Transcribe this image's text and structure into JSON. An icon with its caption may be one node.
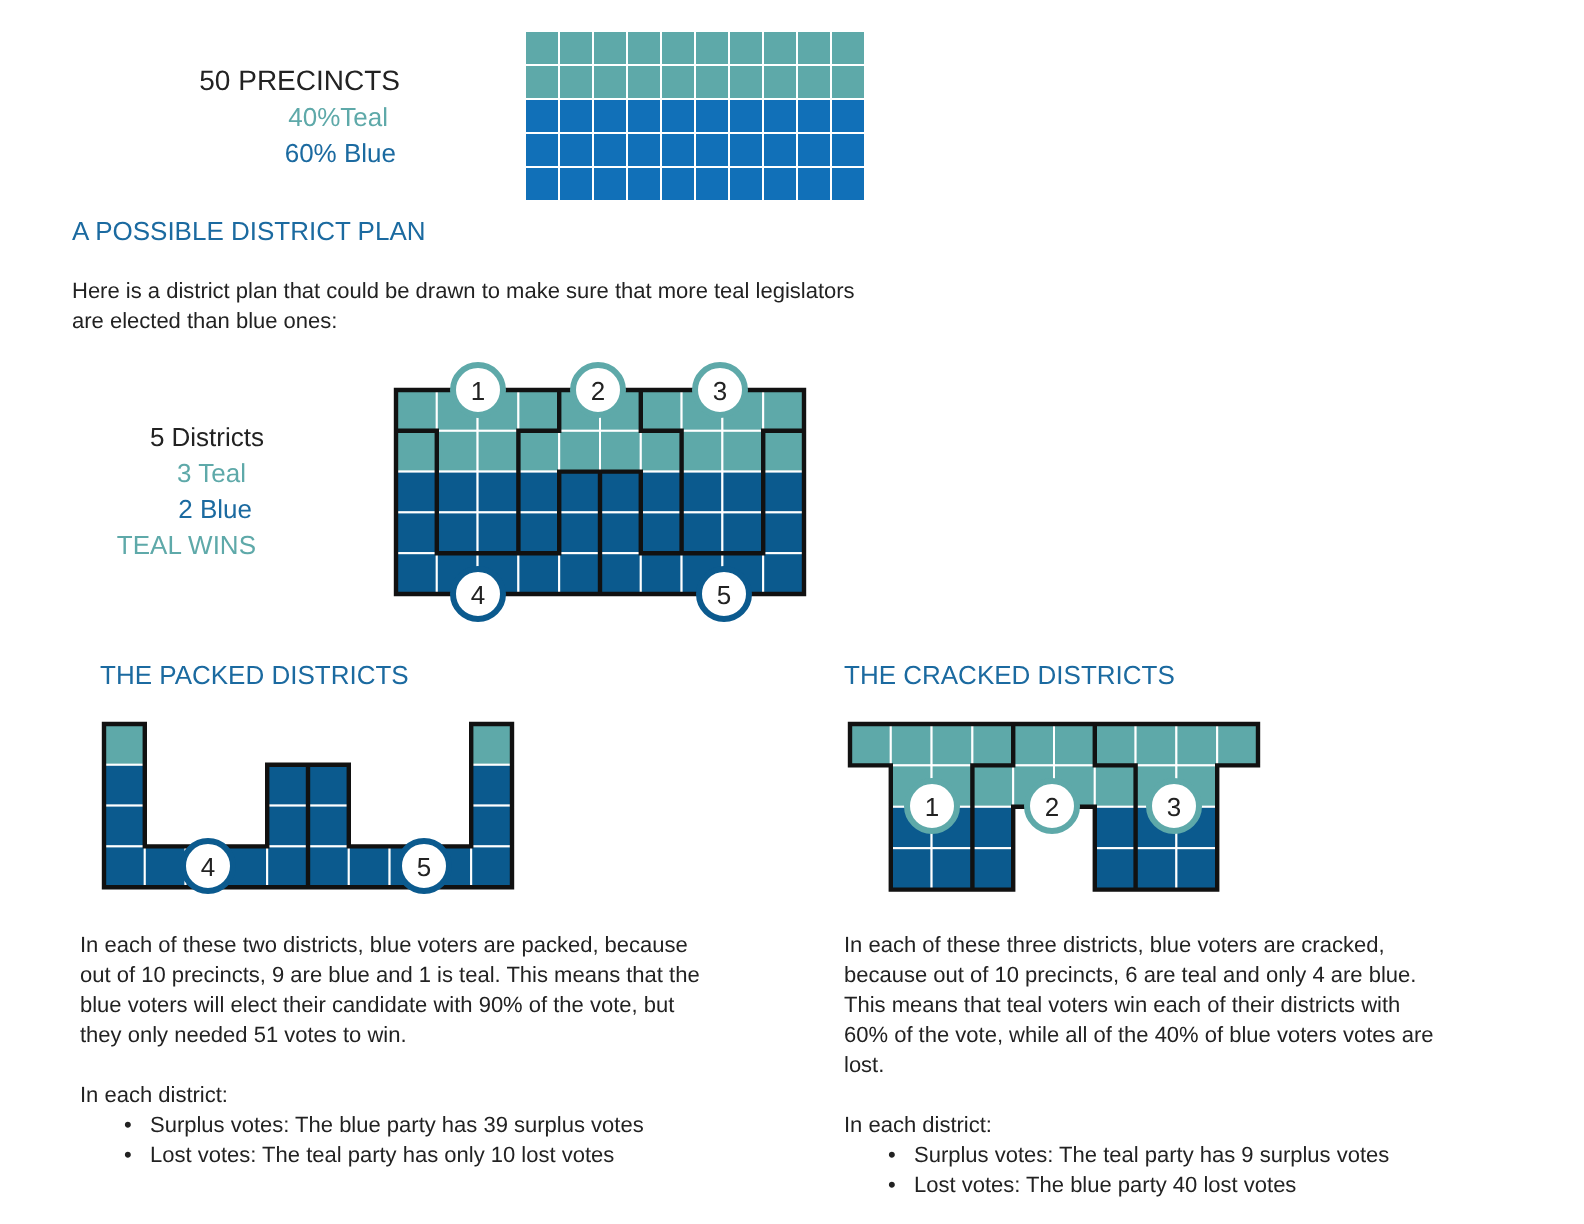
{
  "diagram": {
    "nodes": [
      {
        "text": [
          "1"
        ]
      },
      {
        "text": [
          "2"
        ]
      },
      {
        "text": [
          "3"
        ]
      },
      {
        "text": [
          "4"
        ]
      },
      {
        "text": [
          "5"
        ]
      },
      {
        "text": [
          "4"
        ]
      },
      {
        "text": [
          "5"
        ]
      },
      {
        "text": [
          "1"
        ]
      },
      {
        "text": [
          "2"
        ]
      },
      {
        "text": [
          "3"
        ]
      }
    ],
    "labels": [
      "50 PRECINCTS",
      "40%Teal",
      "60% Blue",
      "A POSSIBLE DISTRICT PLAN",
      "Here is a district plan that could be drawn to make sure that more teal legislators are elected than blue ones:",
      "5 Districts",
      "3 Teal",
      "2 Blue",
      "TEAL WINS",
      "THE PACKED DISTRICTS",
      "THE CRACKED DISTRICTS",
      "In each of these two districts, blue voters are packed, because out of 10 precincts, 9 are blue and 1 is teal. This means that the blue voters will elect their candidate with 90% of the vote, but they only needed 51 votes to win.",
      "In each district:",
      "•",
      "Surplus votes: The blue party has 39 surplus votes",
      "•",
      "Lost votes: The teal party has only 10 lost votes",
      "In each of these three districts, blue voters are cracked, because out of 10 precincts, 6 are teal and only 4 are blue. This means that teal voters win each of their districts with 60% of the vote, while all of the 40% of blue voters votes are lost.",
      "In each district:",
      "•",
      "Surplus votes: The teal party has 9 surplus votes",
      "•",
      "Lost votes: The blue party 40 lost votes"
    ]
  }
}
